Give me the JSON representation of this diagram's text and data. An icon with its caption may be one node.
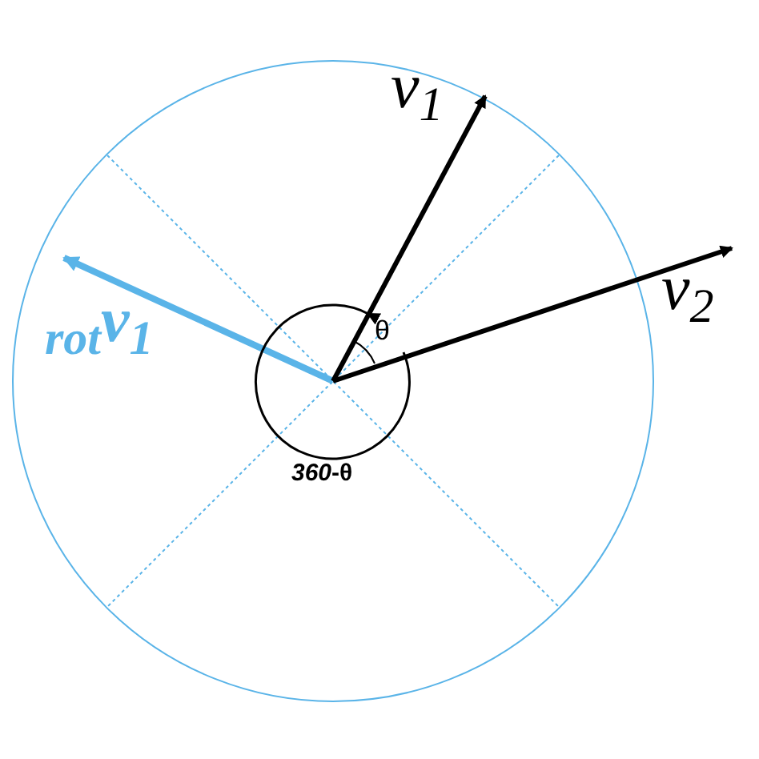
{
  "diagram": {
    "labels": [
      "v$_{1}$",
      "v$_{2}$",
      "$_{rot}$v$_{1}$",
      "θ",
      "*360*-θ"
    ]
  }
}
